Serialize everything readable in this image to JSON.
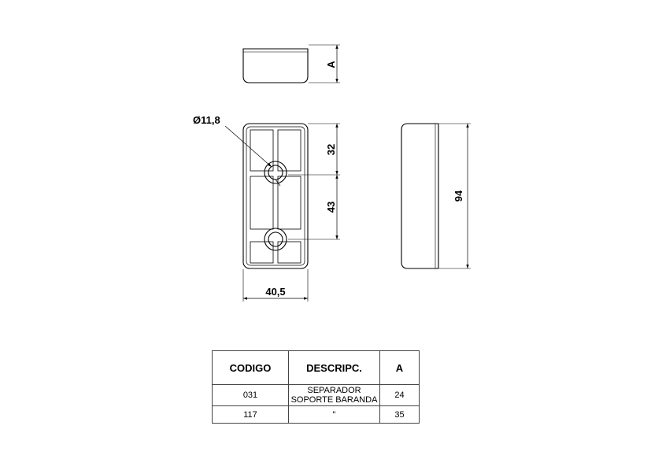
{
  "drawing": {
    "dim_a": "A",
    "dim_diameter": "Ø11,8",
    "dim_32": "32",
    "dim_43": "43",
    "dim_94": "94",
    "dim_width": "40,5"
  },
  "table": {
    "headers": [
      "CODIGO",
      "DESCRIPC.",
      "A"
    ],
    "rows": [
      {
        "codigo": "031",
        "descripcion_line1": "SEPARADOR",
        "descripcion_line2": "SOPORTE BARANDA",
        "a": "24"
      },
      {
        "codigo": "117",
        "descripcion_line1": "\"",
        "descripcion_line2": "",
        "a": "35"
      }
    ]
  }
}
